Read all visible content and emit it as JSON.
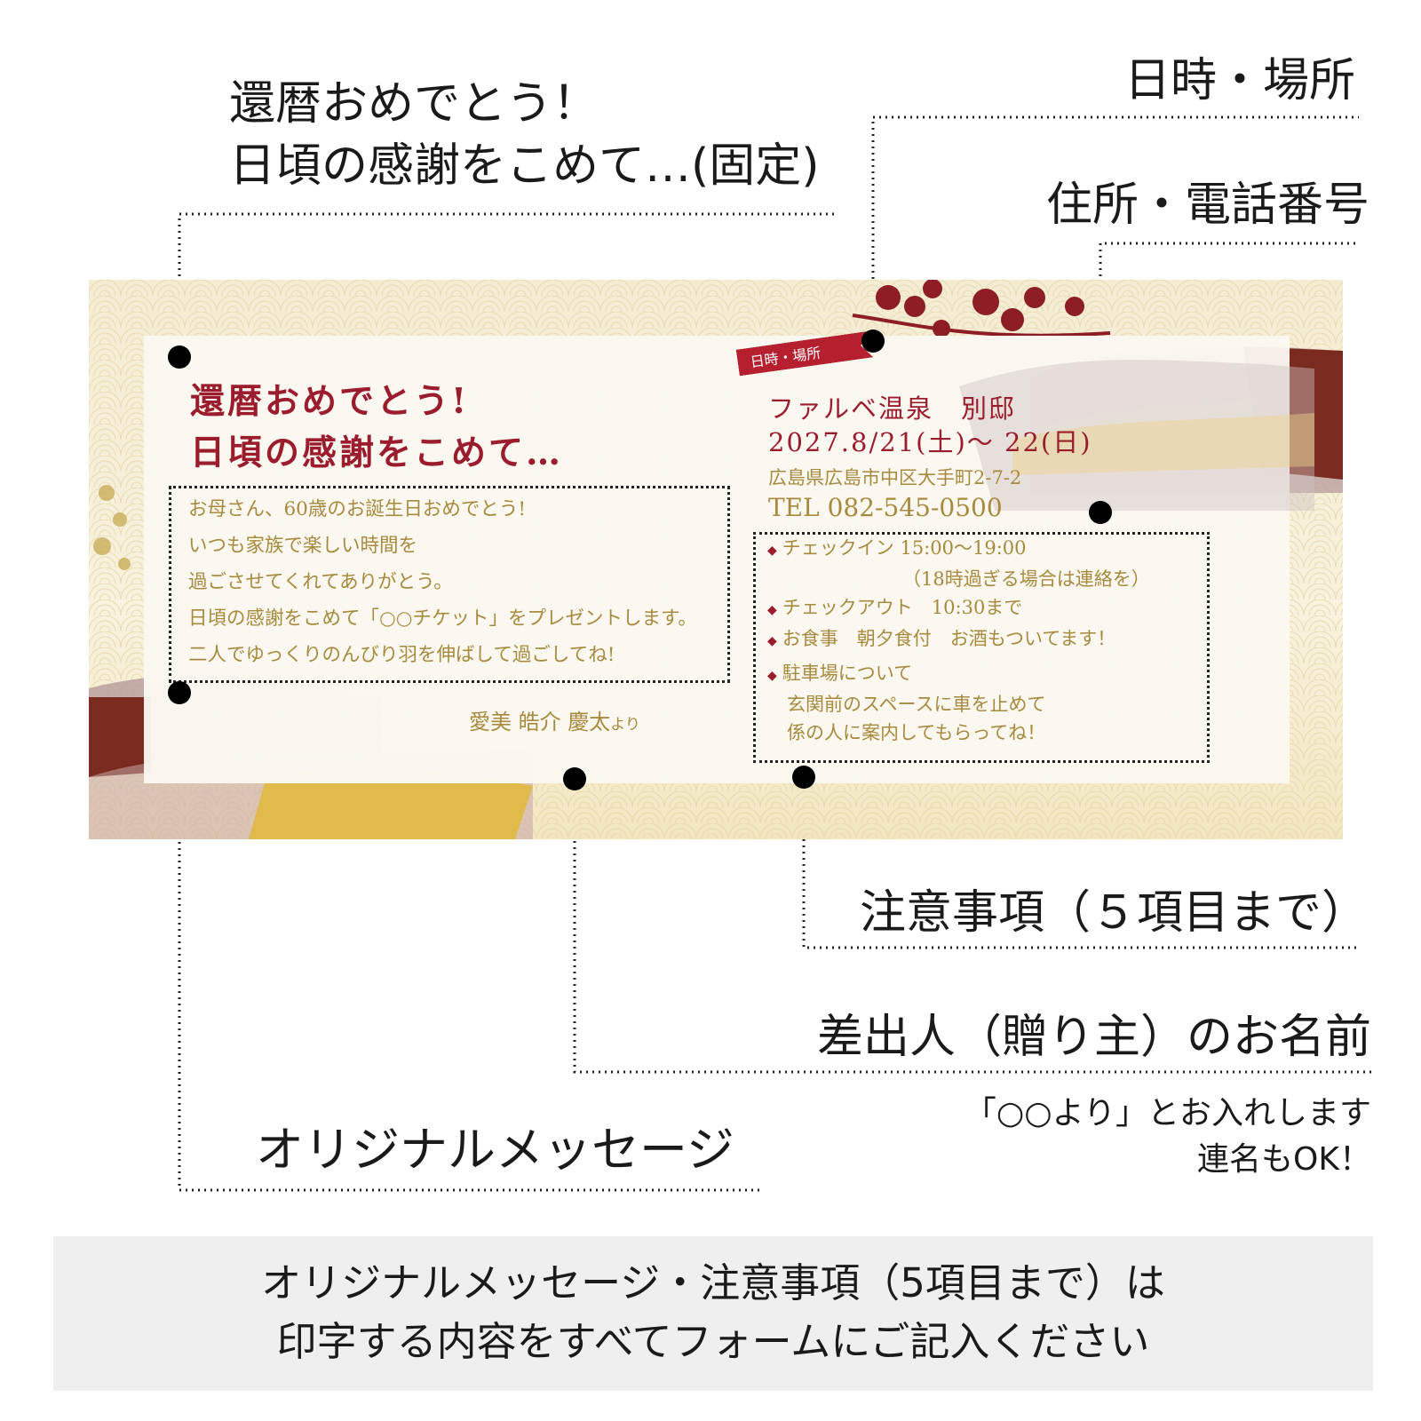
{
  "callouts": {
    "fixed_heading_line1": "還暦おめでとう！",
    "fixed_heading_line2": "日頃の感謝をこめて…(固定)",
    "datetime_place": "日時・場所",
    "address_phone": "住所・電話番号",
    "notes": "注意事項（５項目まで）",
    "sender_name": "差出人（贈り主）のお名前",
    "sender_note_line1": "「○○より」とお入れします",
    "sender_note_line2": "連名もOK！",
    "original_message": "オリジナルメッセージ"
  },
  "ticket": {
    "heading_line1": "還暦おめでとう!",
    "heading_line2": "日頃の感謝をこめて…",
    "message_lines": [
      "お母さん、60歳のお誕生日おめでとう!",
      "いつも家族で楽しい時間を",
      "過ごさせてくれてありがとう。",
      "日頃の感謝をこめて「○○チケット」をプレゼントします。",
      "二人でゆっくりのんびり羽を伸ばして過ごしてね!"
    ],
    "sender": "愛美 皓介 慶太",
    "sender_suffix": "より",
    "ribbon_label": "日時・場所",
    "place": "ファルベ温泉　別邸",
    "date": "2027.8/21(土)～ 22(日)",
    "address": "広島県広島市中区大手町2-7-2",
    "tel": "TEL 082-545-0500",
    "notes": [
      {
        "line1": "チェックイン 15:00～19:00",
        "line2": "（18時過ぎる場合は連絡を）"
      },
      {
        "line1": "チェックアウト　10:30まで"
      },
      {
        "line1": "お食事　朝夕食付　お酒もついてます！"
      },
      {
        "line1": "駐車場について",
        "line2": "玄関前のスペースに車を止めて",
        "line3": "係の人に案内してもらってね！"
      }
    ]
  },
  "footer": {
    "line1": "オリジナルメッセージ・注意事項（5項目まで）は",
    "line2": "印字する内容をすべてフォームにご記入ください"
  },
  "colors": {
    "accent_red": "#9b1c2c",
    "gold_text": "#a88a3e",
    "footer_bg": "#efefef"
  }
}
